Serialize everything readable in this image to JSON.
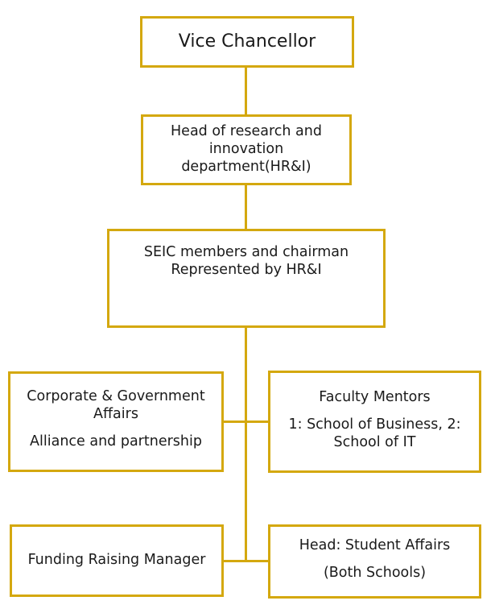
{
  "org_chart": {
    "vice_chancellor": "Vice Chancellor",
    "head_research": [
      "Head of research and",
      "innovation",
      "department(HR&I)"
    ],
    "seic": [
      "SEIC members and chairman",
      "Represented by HR&I"
    ],
    "corporate_affairs": [
      "Corporate & Government",
      "Affairs",
      "Alliance and partnership"
    ],
    "faculty_mentors": [
      "Faculty Mentors",
      "1: School of Business, 2:",
      "School of IT"
    ],
    "funding_manager": "Funding Raising Manager",
    "student_affairs": [
      "Head: Student Affairs",
      "(Both Schools)"
    ]
  },
  "colors": {
    "box_border": "#d4a80f",
    "connector": "#d4a80f",
    "background": "#ffffff",
    "text": "#1a1a1a"
  }
}
